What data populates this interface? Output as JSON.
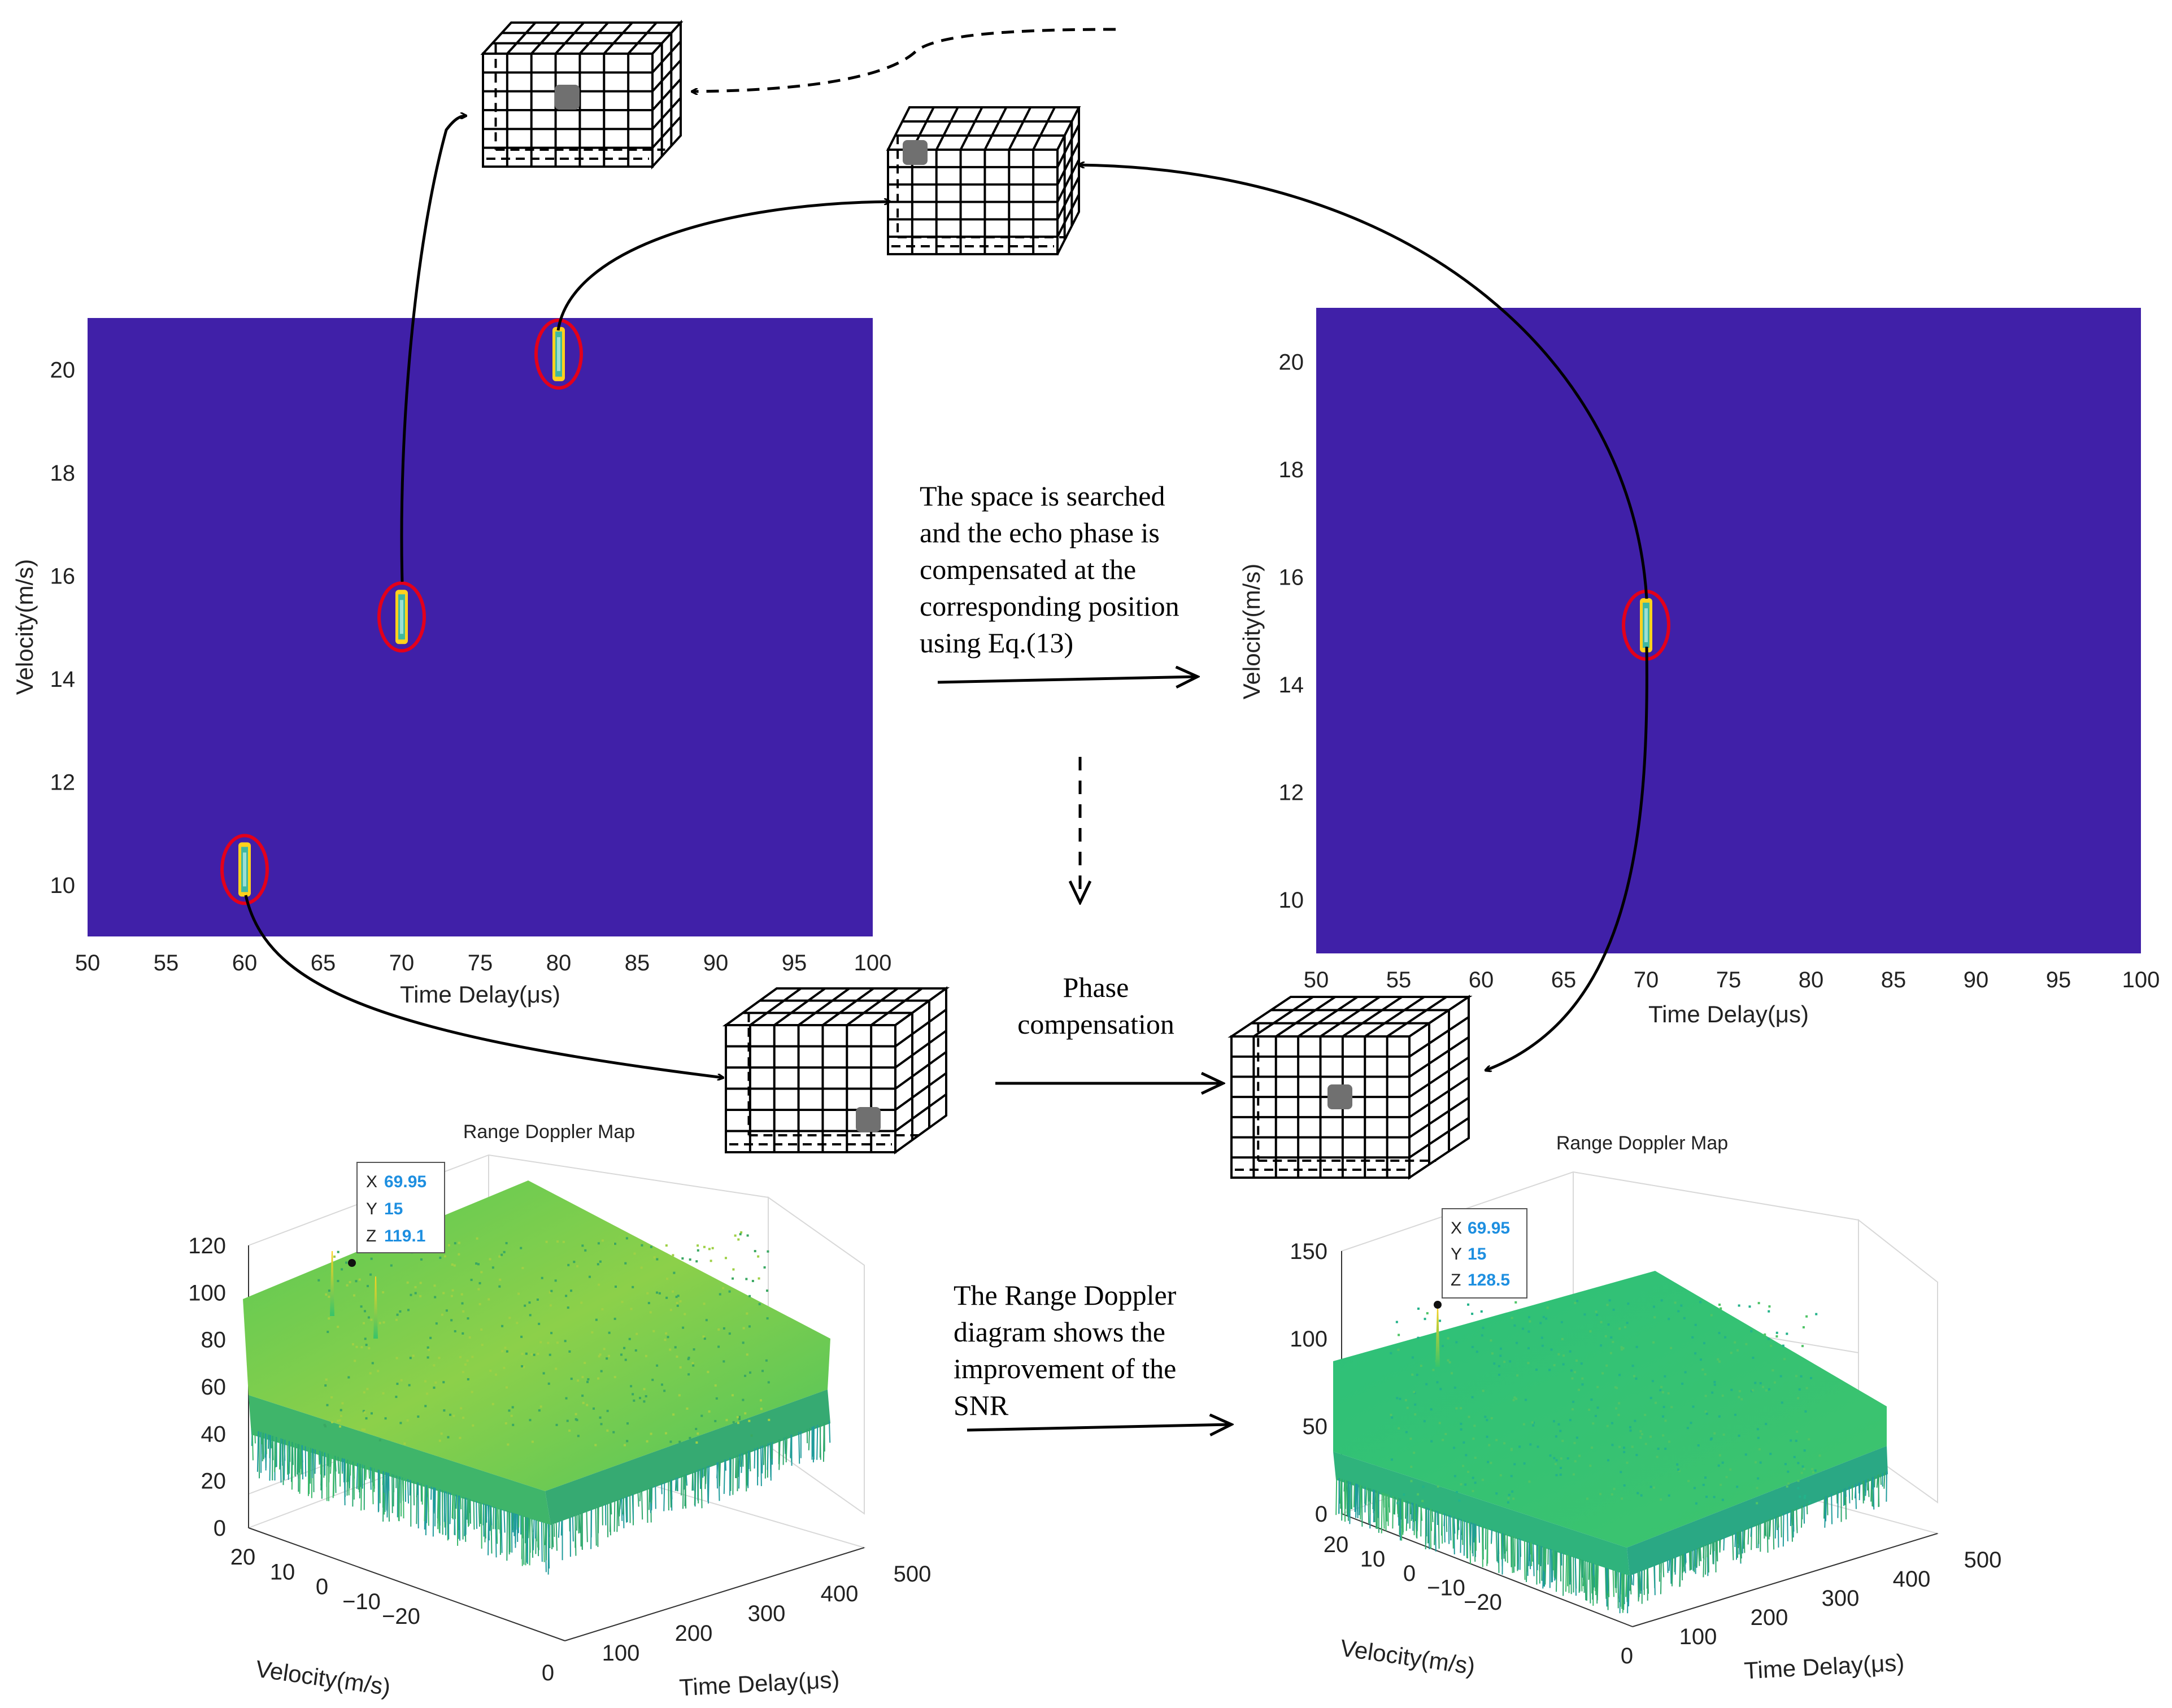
{
  "colors": {
    "heatmap_background": "#4020a8",
    "target_marker": "#ffd21e",
    "target_ring": "#e3001b",
    "surface_green": "#2ec06a",
    "datatip_value": "#1e8fe0",
    "cube_marker": "#707070"
  },
  "annotations": {
    "search_text": [
      "The space is searched",
      "and the echo phase is",
      "compensated at the",
      "corresponding position",
      "using Eq.(13)"
    ],
    "phase_text": [
      "Phase",
      "compensation"
    ],
    "rd_text": [
      "The Range Doppler",
      "diagram shows the",
      "improvement of the",
      "SNR"
    ]
  },
  "chart_data": [
    {
      "id": "rd-map-before",
      "type": "heatmap",
      "xlabel": "Time Delay(μs)",
      "ylabel": "Velocity(m/s)",
      "xlim": [
        50,
        100
      ],
      "ylim": [
        9,
        21
      ],
      "xticks": [
        50,
        55,
        60,
        65,
        70,
        75,
        80,
        85,
        90,
        95,
        100
      ],
      "yticks": [
        10,
        12,
        14,
        16,
        18,
        20
      ],
      "targets": [
        {
          "x": 60,
          "y": 10.3
        },
        {
          "x": 70,
          "y": 15.2
        },
        {
          "x": 80,
          "y": 20.3
        }
      ]
    },
    {
      "id": "rd-map-after",
      "type": "heatmap",
      "xlabel": "Time Delay(μs)",
      "ylabel": "Velocity(m/s)",
      "xlim": [
        50,
        100
      ],
      "ylim": [
        9,
        21
      ],
      "xticks": [
        50,
        55,
        60,
        65,
        70,
        75,
        80,
        85,
        90,
        95,
        100
      ],
      "yticks": [
        10,
        12,
        14,
        16,
        18,
        20
      ],
      "targets": [
        {
          "x": 70,
          "y": 15.1
        }
      ]
    },
    {
      "id": "range-doppler-3d-before",
      "type": "surface",
      "title": "Range Doppler Map",
      "xlabel": "Time Delay(μs)",
      "ylabel": "Velocity(m/s)",
      "zticks": [
        0,
        20,
        40,
        60,
        80,
        100,
        120
      ],
      "xticks": [
        0,
        100,
        200,
        300,
        400,
        500
      ],
      "yticks": [
        20,
        10,
        0,
        -10,
        -20
      ],
      "noise_floor_approx": 75,
      "datatip": {
        "X": "69.95",
        "Y": "15",
        "Z": "119.1"
      }
    },
    {
      "id": "range-doppler-3d-after",
      "type": "surface",
      "title": "Range Doppler Map",
      "xlabel": "Time Delay(μs)",
      "ylabel": "Velocity(m/s)",
      "zticks": [
        0,
        50,
        100,
        150
      ],
      "xticks": [
        0,
        100,
        200,
        300,
        400,
        500
      ],
      "yticks": [
        20,
        10,
        0,
        -10,
        -20
      ],
      "noise_floor_approx": 75,
      "datatip": {
        "X": "69.95",
        "Y": "15",
        "Z": "128.5"
      }
    }
  ]
}
